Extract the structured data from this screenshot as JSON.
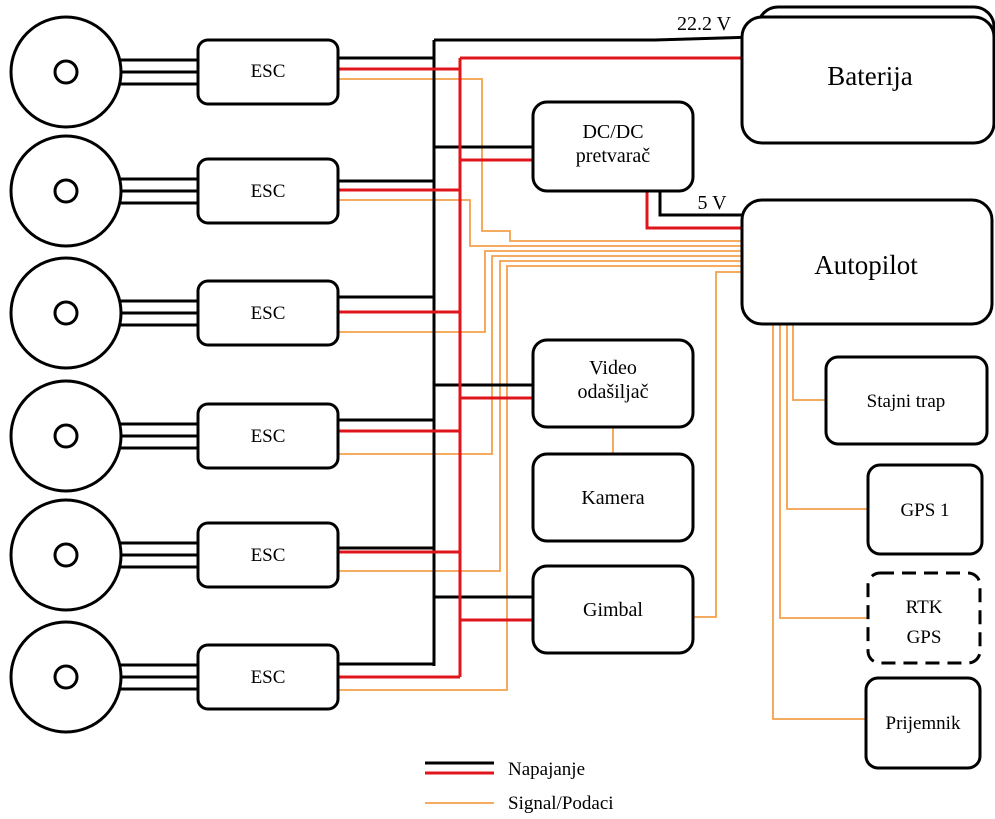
{
  "voltages": {
    "battery": "22.2 V",
    "regulated": "5 V"
  },
  "esc_label": "ESC",
  "blocks": {
    "battery": "Baterija",
    "dcdc": [
      "DC/DC",
      "pretvarač"
    ],
    "autopilot": "Autopilot",
    "video_tx": [
      "Video",
      "odašiljač"
    ],
    "camera": "Kamera",
    "gimbal": "Gimbal",
    "landing_gear": "Stajni trap",
    "gps1": "GPS 1",
    "rtk_gps": [
      "RTK",
      "GPS"
    ],
    "receiver": "Prijemnik"
  },
  "legend": {
    "power": "Napajanje",
    "signal": "Signal/Podaci"
  },
  "colors": {
    "ground": "#000000",
    "power": "#e0141b",
    "signal": "#f5a04a"
  }
}
